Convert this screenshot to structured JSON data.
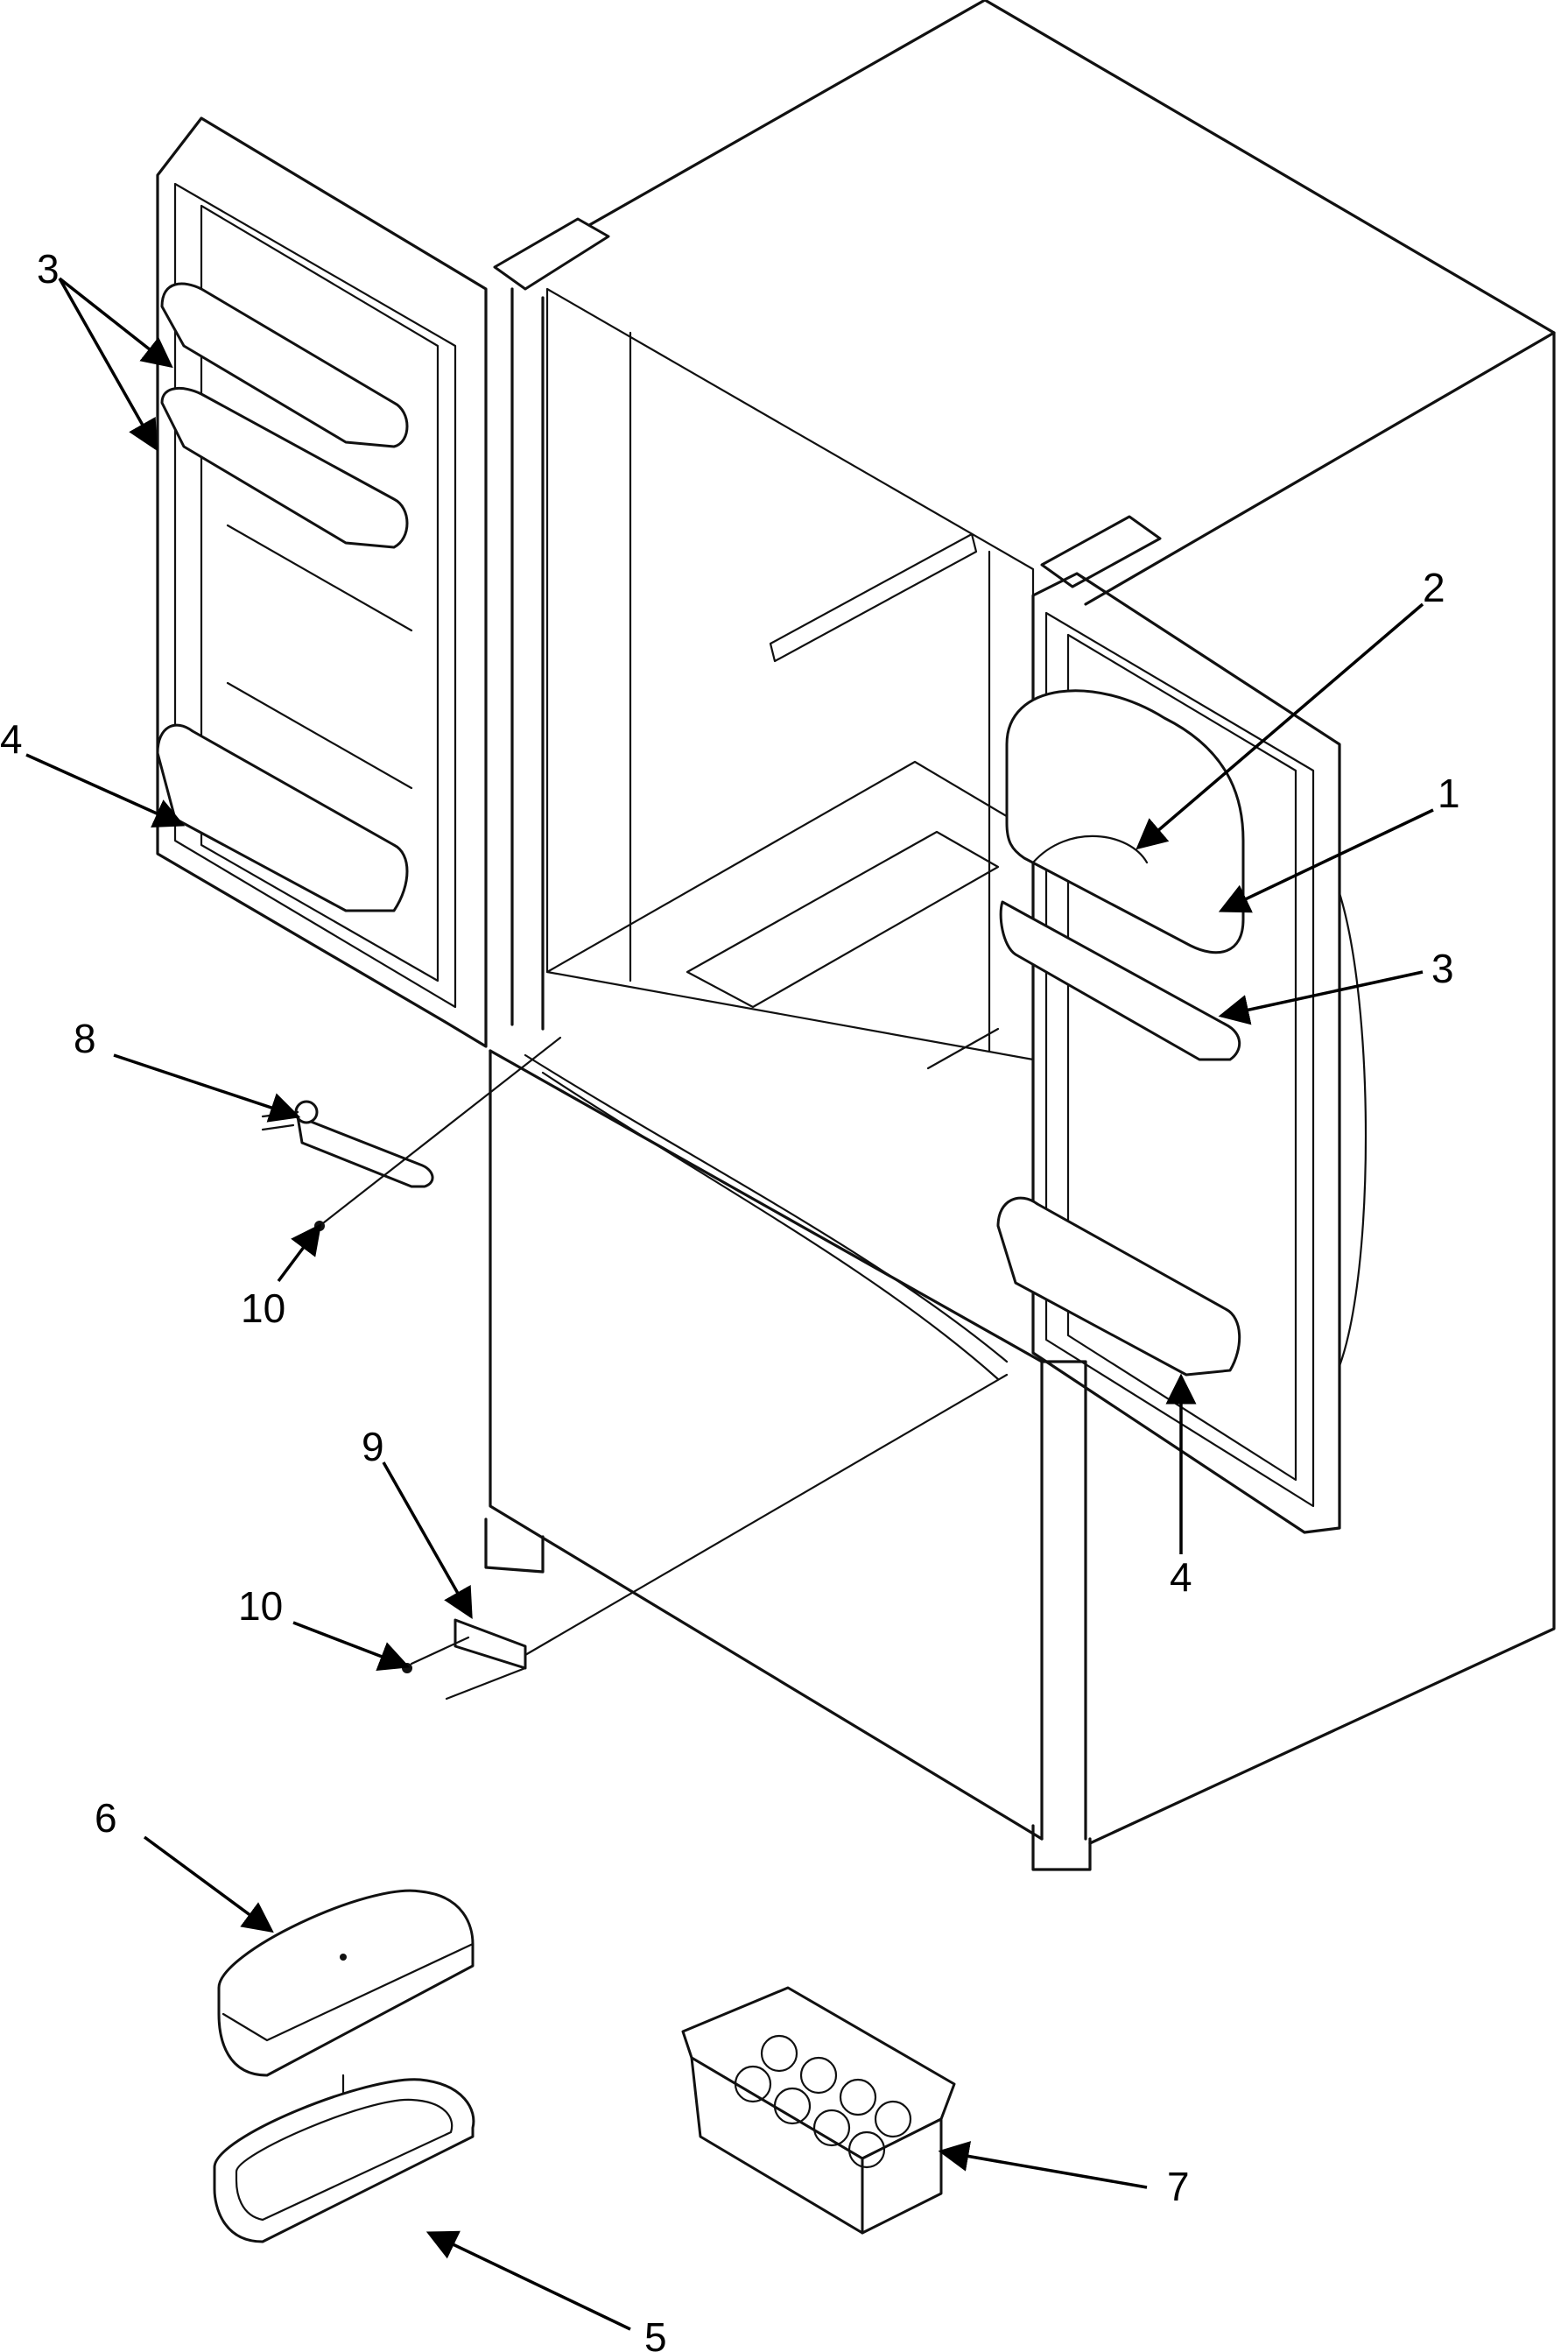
{
  "callouts": {
    "c1": "1",
    "c2": "2",
    "c3a": "3",
    "c3b": "3",
    "c4a": "4",
    "c4b": "4",
    "c5": "5",
    "c6": "6",
    "c7": "7",
    "c8": "8",
    "c9": "9",
    "c10a": "10",
    "c10b": "10"
  }
}
